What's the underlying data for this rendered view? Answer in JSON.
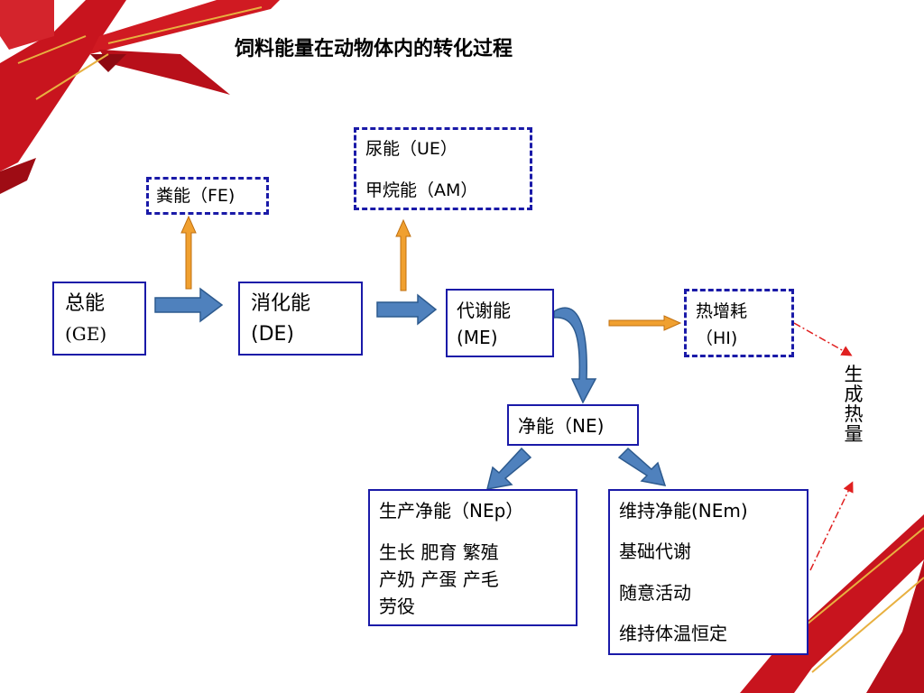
{
  "colors": {
    "box_border": "#1a1aa8",
    "flow_arrow": "#4f81bd",
    "loss_arrow": "#f0a030",
    "heat_line": "#e02020",
    "ribbon": "#c8141e"
  },
  "title": "饲料能量在动物体内的转化过程",
  "nodes": {
    "ge": {
      "line1": "总能",
      "line2": "(GE)"
    },
    "de": {
      "line1": "消化能",
      "line2": "(DE)"
    },
    "me": {
      "line1": "代谢能",
      "line2": "(ME)"
    },
    "fe": {
      "label": "粪能（FE)"
    },
    "ue_am": {
      "line1": "尿能（UE）",
      "line2": "甲烷能（AM）"
    },
    "hi": {
      "line1": "热增耗",
      "line2": "（HI)"
    },
    "ne": {
      "label": "净能（NE)"
    },
    "nep": {
      "title": "生产净能（NEp）",
      "line1": "生长  肥育   繁殖",
      "line2": "产奶  产蛋  产毛",
      "line3": "劳役"
    },
    "nem": {
      "title": "维持净能(NEm)",
      "line1": "基础代谢",
      "line2": "随意活动",
      "line3": "维持体温恒定"
    }
  },
  "side_label": [
    "生",
    "成",
    "热",
    "量"
  ]
}
